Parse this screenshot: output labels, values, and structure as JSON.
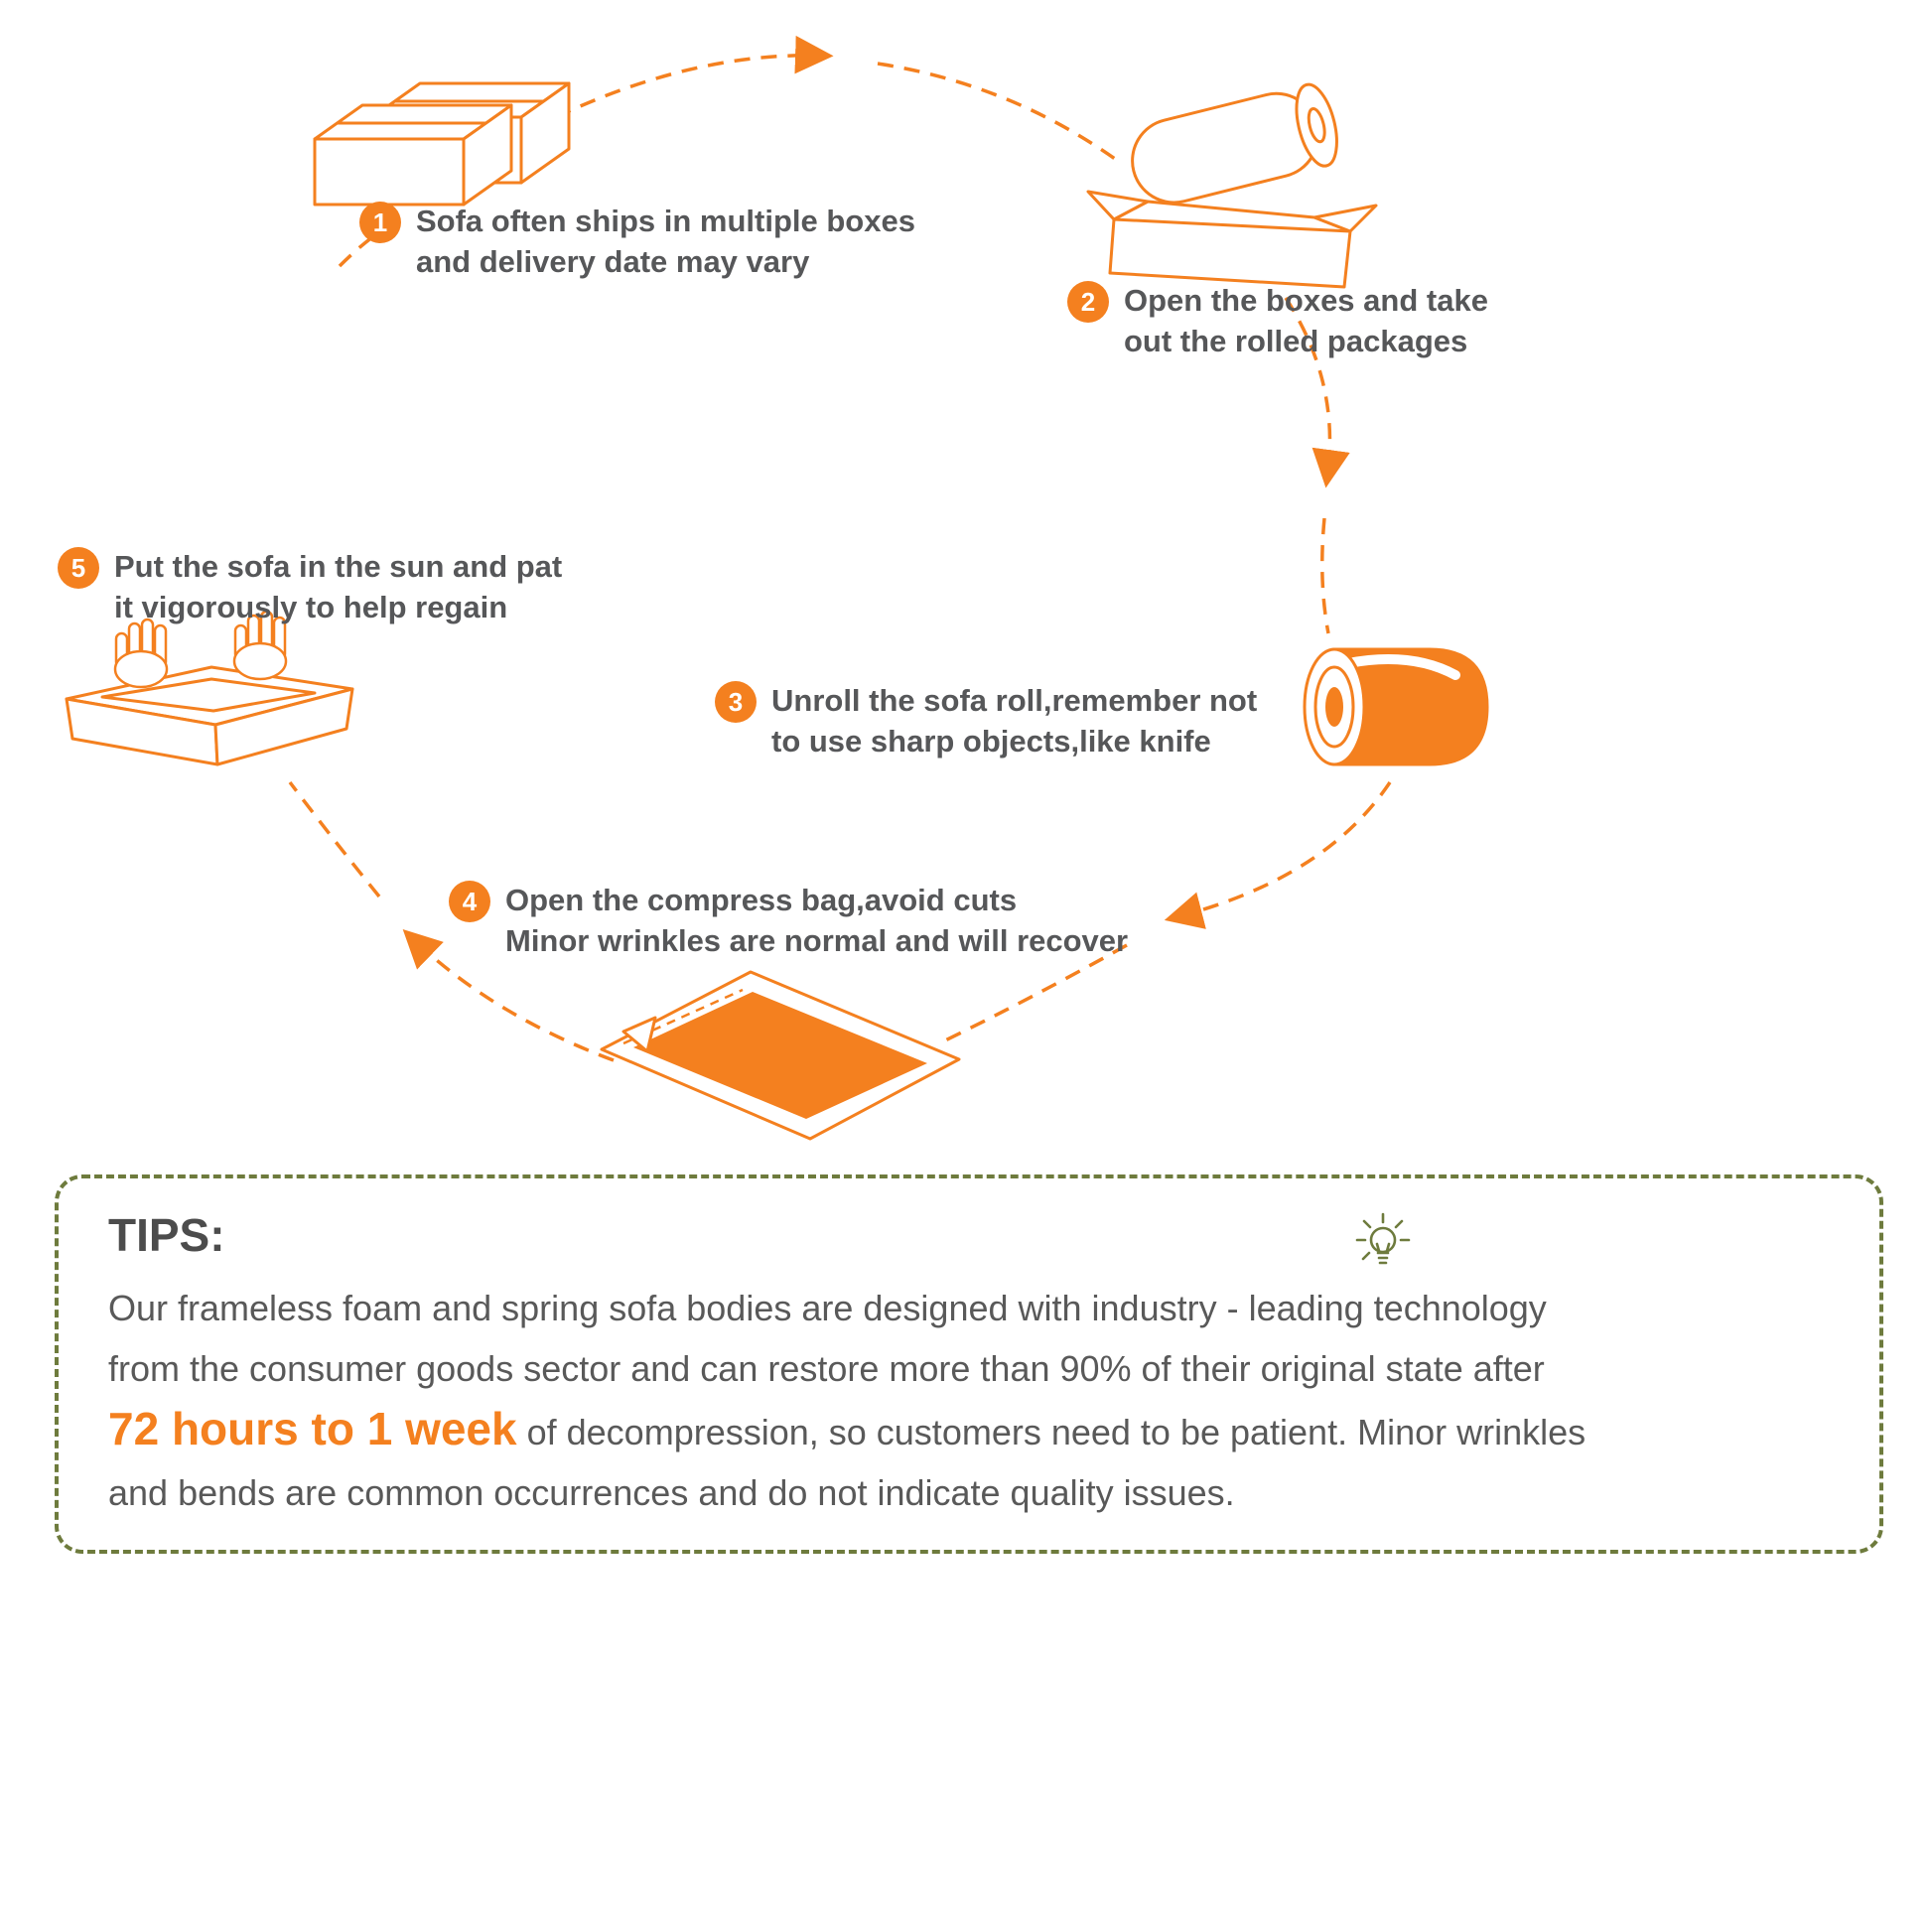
{
  "colors": {
    "accent": "#F4801F",
    "step_text": "#565759",
    "tips_border": "#6E7B3D",
    "tips_text": "#595959"
  },
  "steps": [
    {
      "num": "1",
      "line1": "Sofa often ships in multiple boxes",
      "line2": "and delivery date may vary"
    },
    {
      "num": "2",
      "line1": "Open the boxes and take",
      "line2": "out the rolled packages"
    },
    {
      "num": "3",
      "line1": "Unroll the sofa roll,remember not",
      "line2": "to use sharp objects,like knife"
    },
    {
      "num": "4",
      "line1": "Open the compress bag,avoid cuts",
      "line2": "Minor wrinkles are normal and will recover"
    },
    {
      "num": "5",
      "line1": "Put the sofa in the sun and pat",
      "line2": "it vigorously to help regain"
    }
  ],
  "tips": {
    "title": "TIPS:",
    "line1": "Our frameless foam and spring sofa bodies are designed with industry - leading technology",
    "line2": "from the consumer goods sector and can restore more than 90% of their original state after",
    "line3_highlight": "72 hours to 1 week",
    "line3_rest": " of decompression, so customers need to be patient. Minor wrinkles",
    "line4": "and bends are common occurrences and do not indicate quality issues."
  }
}
